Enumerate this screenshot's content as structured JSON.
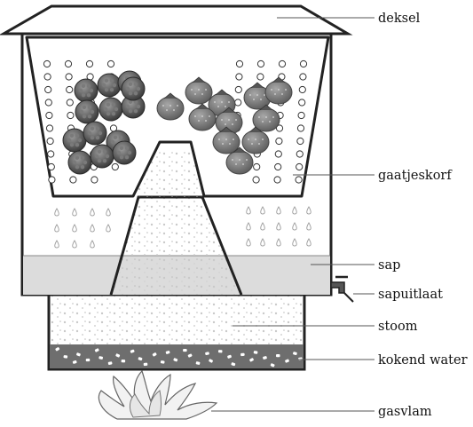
{
  "labels": {
    "lid": "deksel",
    "basket": "gaatjeskorf",
    "juice": "sap",
    "outlet": "sapuitlaat",
    "steam": "stoom",
    "water": "kokend water",
    "flame": "gasvlam"
  }
}
